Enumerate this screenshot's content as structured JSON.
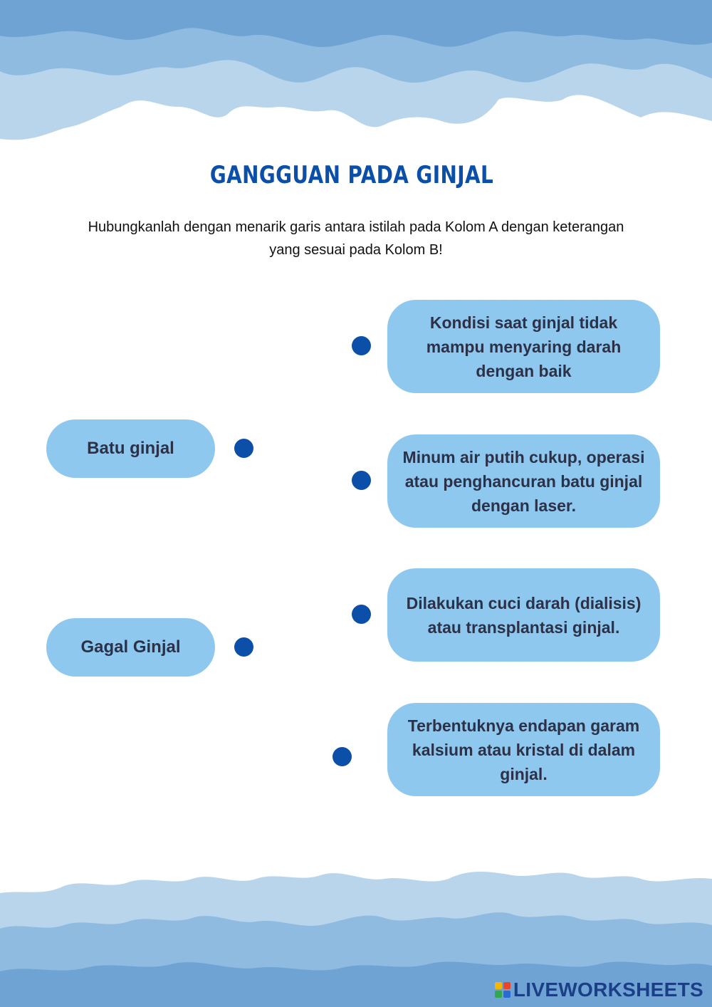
{
  "title": "GANGGUAN PADA GINJAL",
  "instruction": "Hubungkanlah dengan menarik garis antara istilah pada Kolom A dengan keterangan yang sesuai pada Kolom B!",
  "column_a": [
    {
      "label": "Batu ginjal"
    },
    {
      "label": "Gagal Ginjal"
    }
  ],
  "column_b": [
    {
      "label": "Kondisi saat ginjal tidak mampu menyaring darah dengan baik"
    },
    {
      "label": "Minum air putih cukup, operasi atau penghancuran batu ginjal dengan laser."
    },
    {
      "label": "Dilakukan cuci darah (dialisis) atau transplantasi ginjal."
    },
    {
      "label": "Terbentuknya endapan garam kalsium atau kristal di dalam ginjal."
    }
  ],
  "footer": {
    "brand": "LIVEWORKSHEETS"
  },
  "colors": {
    "accent": "#0b4fa8",
    "pill": "#8ec8ee",
    "text": "#2c3148",
    "wave_light": "#a9cbe6",
    "wave_mid": "#7aaed8",
    "wave_dark": "#5b94c9"
  }
}
